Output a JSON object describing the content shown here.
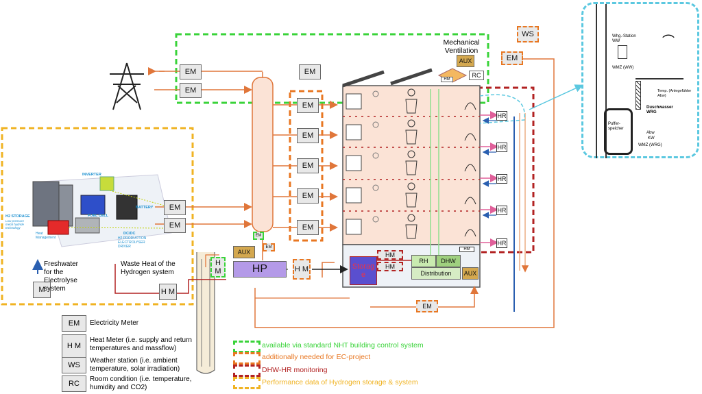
{
  "title_ventilation": "Mechanical Ventilation",
  "labels": {
    "em": "EM",
    "hm": "H M",
    "hm_inline": "HM",
    "ws": "WS",
    "rc": "RC",
    "aux": "AUX",
    "hp": "HP",
    "hr": "HR",
    "rh": "RH",
    "dhw": "DHW",
    "distribution": "Distribution",
    "storage": "Storage",
    "m": "M"
  },
  "hydrogen": {
    "inverter": "INVERTER",
    "battery": "BATTERY",
    "fuel_cell": "FUEL CELL",
    "dcdc": "DC/DC",
    "h2_storage": "H2 STORAGE",
    "h2_storage_sub": "Low pressure metal hydride technology",
    "heat_management": "Heat Management",
    "h2_production": "H2 PRODUCTION ELECTROLYSER DRIVER"
  },
  "notes": {
    "freshwater": "Freshwater for the Electrolyse system",
    "waste_heat": "Waste Heat of the Hydrogen system"
  },
  "inset": {
    "whg_station": "Whg.-Station WW",
    "wmz_ww": "WMZ (WW)",
    "temp": "Temp. (Anlegefühler Abw)",
    "duschwasser": "Duschwasser WRG",
    "puffer": "Puffer-speicher",
    "abw": "Abw",
    "kw": "KW",
    "wmz_wrg": "WMZ (WRG)"
  },
  "legend": [
    {
      "abbr": "EM",
      "text": "Electricity Meter"
    },
    {
      "abbr": "H M",
      "text": "Heat Meter (i.e. supply and return temperatures and massflow)"
    },
    {
      "abbr": "WS",
      "text": "Weather station (i.e. ambient temperature, solar irradiation)"
    },
    {
      "abbr": "RC",
      "text": "Room condition (i.e. temperature, humidity and CO2)"
    }
  ],
  "annotations": [
    {
      "text": "available via standard NHT building control system",
      "color": "#39d339"
    },
    {
      "text": "additionally needed for EC-project",
      "color": "#e87722"
    },
    {
      "text": "DHW-HR monitoring",
      "color": "#b22222"
    },
    {
      "text": "Performance data of Hydrogen storage & system",
      "color": "#f0b323"
    }
  ],
  "colors": {
    "green": "#39d339",
    "orange": "#e87722",
    "darkred": "#b22222",
    "yellow": "#f0b323",
    "cyan": "#5bc8e0",
    "pipe": "#e0763a",
    "hp": "#b49ae8",
    "storage": "#5a4fcf"
  }
}
